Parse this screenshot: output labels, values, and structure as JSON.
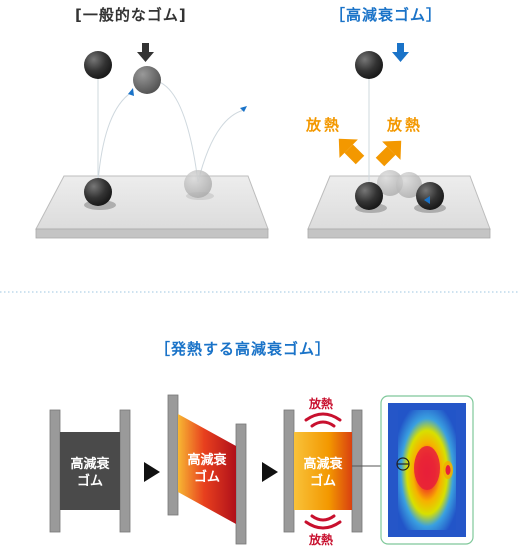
{
  "top_left": {
    "title": "[一般的なゴム]"
  },
  "top_right": {
    "title": "［高減衰ゴム］",
    "heat_left": "放熱",
    "heat_right": "放熱"
  },
  "bottom": {
    "title": "［発熱する高減衰ゴム］",
    "block1": {
      "line1": "高減衰",
      "line2": "ゴム"
    },
    "block2": {
      "line1": "高減衰",
      "line2": "ゴム"
    },
    "block3": {
      "line1": "高減衰",
      "line2": "ゴム"
    },
    "heat_top": "放熱",
    "heat_bottom": "放熱"
  },
  "colors": {
    "blue_accent": "#1a73c8",
    "heat_orange": "#f39800",
    "heat_red": "#c8102e",
    "rubber_dark": "#4a4a4a",
    "divider": "#9cc6e0"
  }
}
